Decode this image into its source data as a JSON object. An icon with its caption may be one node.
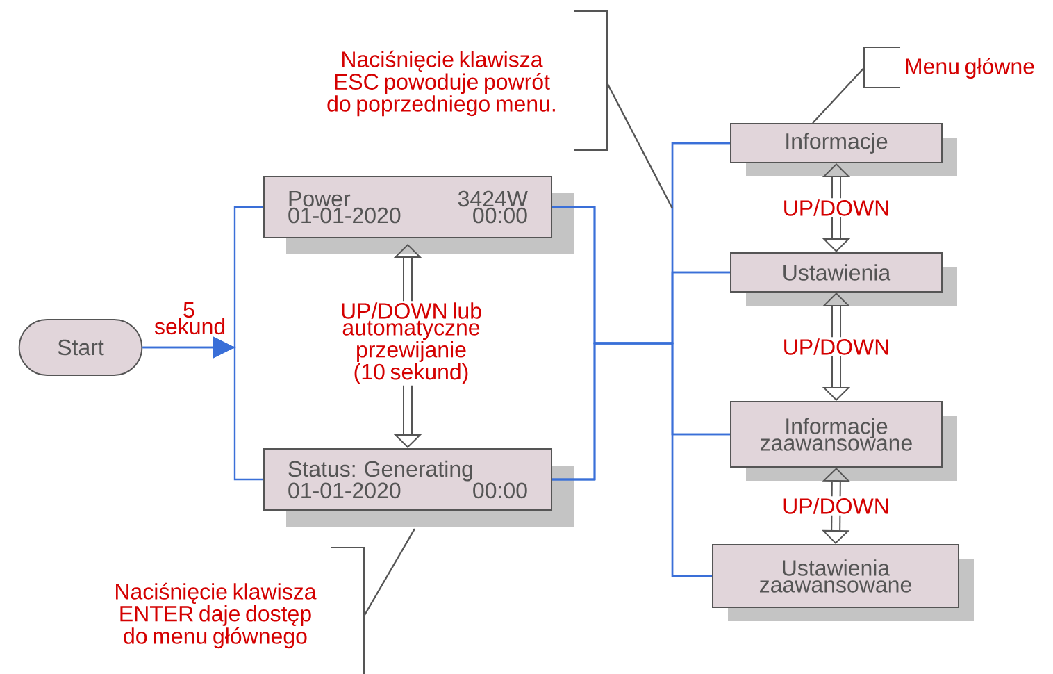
{
  "diagram": {
    "nodes": [
      {
        "text": [
          "Start"
        ]
      },
      {
        "text": [
          "Power",
          "3424W",
          "01-01-2020",
          "00:00"
        ]
      },
      {
        "text": [
          "Status: Generating",
          "01-01-2020",
          "00:00"
        ]
      },
      {
        "text": [
          "Informacje"
        ]
      },
      {
        "text": [
          "Ustawienia"
        ]
      },
      {
        "text": [
          "Informacje zaawansowane"
        ]
      },
      {
        "text": [
          "Ustawienia zaawansowane"
        ]
      },
      {
        "text": [
          "Naciśnięcie klawisza ESC powoduje powrót do poprzedniego menu."
        ]
      },
      {
        "text": [
          "Menu główne"
        ]
      },
      {
        "text": [
          "Naciśnięcie klawisza ENTER daje dostęp do menu głównego"
        ]
      }
    ],
    "edges": [
      {
        "from": 0,
        "to": 1,
        "arrow": "to",
        "label": "5 sekund"
      },
      {
        "from": 0,
        "to": 2,
        "arrow": "to"
      },
      {
        "from": 1,
        "to": 2,
        "arrow": "both",
        "style": "thick",
        "color": "#555555",
        "label": "UP/DOWN lub automatyczne przewijanie (10 sekund)"
      },
      {
        "from": 1,
        "to": 3,
        "arrow": "none"
      },
      {
        "from": 1,
        "to": 4,
        "arrow": "none"
      },
      {
        "from": 1,
        "to": 5,
        "arrow": "none"
      },
      {
        "from": 1,
        "to": 6,
        "arrow": "none"
      },
      {
        "from": 2,
        "to": 3,
        "arrow": "none"
      },
      {
        "from": 2,
        "to": 4,
        "arrow": "none"
      },
      {
        "from": 2,
        "to": 5,
        "arrow": "none"
      },
      {
        "from": 2,
        "to": 6,
        "arrow": "none"
      },
      {
        "from": 3,
        "to": 4,
        "arrow": "both",
        "style": "thick",
        "color": "#555555",
        "label": "UP/DOWN"
      },
      {
        "from": 4,
        "to": 5,
        "arrow": "both",
        "style": "thick",
        "color": "#555555",
        "label": "UP/DOWN"
      },
      {
        "from": 5,
        "to": 6,
        "arrow": "both",
        "style": "thick",
        "color": "#555555",
        "label": "UP/DOWN"
      },
      {
        "from": 7,
        "to": null,
        "arrow": "none",
        "color": "#555555"
      },
      {
        "from": 8,
        "to": 3,
        "arrow": "none",
        "color": "#555555"
      },
      {
        "from": 9,
        "to": 2,
        "arrow": "none",
        "color": "#555555"
      }
    ]
  }
}
